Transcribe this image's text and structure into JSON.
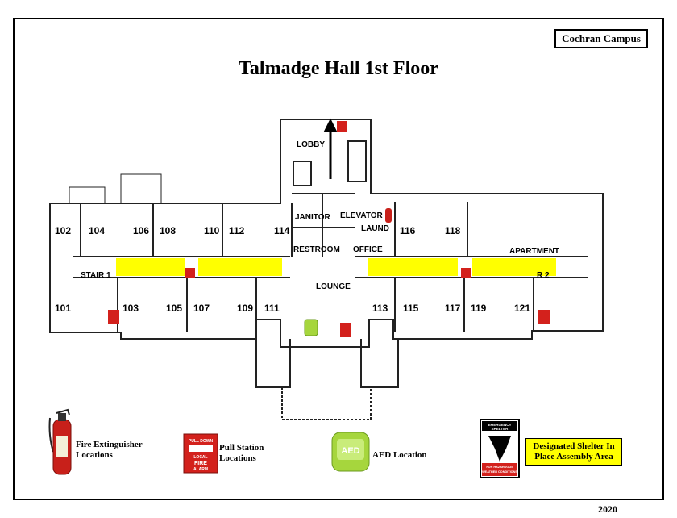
{
  "map": {
    "campus": "Cochran Campus",
    "title": "Talmadge Hall 1st Floor",
    "year": "2020",
    "rooms_top_left": [
      "102",
      "104",
      "106",
      "108",
      "110",
      "112",
      "114"
    ],
    "rooms_bottom_left": [
      "101",
      "103",
      "105",
      "107",
      "109",
      "111"
    ],
    "rooms_top_right": [
      "116",
      "118"
    ],
    "rooms_bottom_right": [
      "113",
      "115",
      "117",
      "119",
      "121"
    ],
    "areas": {
      "lobby": "LOBBY",
      "janitor": "JANITOR",
      "elevator": "ELEVATOR",
      "laundry": "LAUND",
      "restroom": "RESTROOM",
      "office": "OFFICE",
      "lounge": "LOUNGE",
      "apartment": "APARTMENT",
      "stair1": "STAIR 1",
      "stair2": "R 2"
    },
    "icons": {
      "aed_label": "AED",
      "pull_text_1": "PULL DOWN",
      "pull_text_2": "LOCAL",
      "pull_text_3": "FIRE",
      "pull_text_4": "ALARM"
    }
  },
  "legend": {
    "extinguisher": "Fire Extinguisher Locations",
    "pull_station": "Pull Station Locations",
    "aed": "AED Location",
    "shelter_sign_top": "EMERGENCY SHELTER",
    "shelter_sign_bottom": "FOR HAZARDOUS WEATHER CONDITIONS",
    "shelter_area": "Designated Shelter In Place Assembly Area"
  },
  "colors": {
    "shelter_yellow": "#ffff00",
    "pull_red": "#d3211c",
    "aed_green": "#a6d63d",
    "wall": "#222222"
  }
}
